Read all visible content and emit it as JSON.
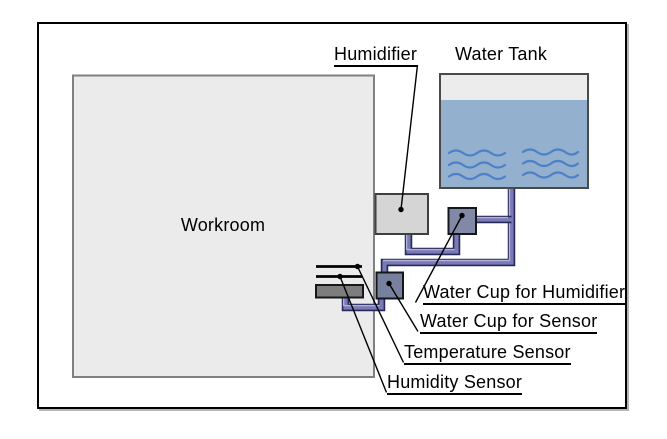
{
  "diagram": {
    "labels": {
      "humidifier": "Humidifier",
      "water_tank": "Water Tank",
      "workroom": "Workroom",
      "water_cup_for_humidifier": "Water Cup for Humidifier",
      "water_cup_for_sensor": "Water Cup for Sensor",
      "temperature_sensor": "Temperature Sensor",
      "humidity_sensor": "Humidity Sensor"
    },
    "colors": {
      "outer_border": "#000000",
      "workroom_fill": "#ebebeb",
      "workroom_border": "#808080",
      "humidifier_fill": "#d5d5d5",
      "humidifier_border": "#3f3f3f",
      "tank_border": "#4a4a4a",
      "tank_air_fill": "#ececec",
      "tank_water_fill": "#93b0ce",
      "wave": "#4d80c8",
      "cup_for_humidifier_fill": "#8289a6",
      "cup_for_sensor_fill": "#77809c",
      "humidity_sensor_box_fill": "#7d7d7d",
      "pipe_outline": "#28285e",
      "pipe_fill": "#7b7bb4",
      "pipe_highlight": "#b0b0dc",
      "callout": "#000000"
    }
  }
}
